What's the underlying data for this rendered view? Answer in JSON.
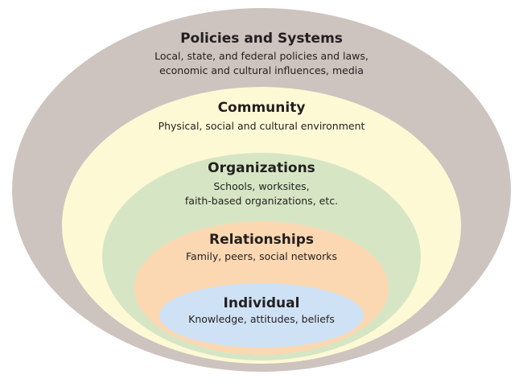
{
  "levels": [
    {
      "title": "Policies and Systems",
      "lines": [
        "Local, state, and federal policies and laws,",
        "economic and cultural influences, media"
      ],
      "color": "#cdc3bf"
    },
    {
      "title": "Community",
      "lines": [
        "Physical, social and cultural environment"
      ],
      "color": "#fdf9d5"
    },
    {
      "title": "Organizations",
      "lines": [
        "Schools, worksites,",
        "faith-based organizations, etc."
      ],
      "color": "#d6e6c4"
    },
    {
      "title": "Relationships",
      "lines": [
        "Family, peers, social networks"
      ],
      "color": "#fbd8b2"
    },
    {
      "title": "Individual",
      "lines": [
        "Knowledge, attitudes, beliefs"
      ],
      "color": "#cfe2f5"
    }
  ]
}
